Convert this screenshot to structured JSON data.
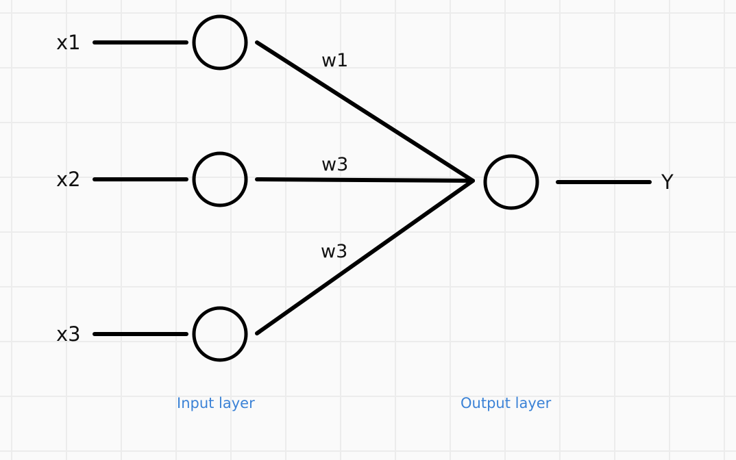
{
  "inputs": [
    {
      "label": "x1"
    },
    {
      "label": "x2"
    },
    {
      "label": "x3"
    }
  ],
  "weights": [
    {
      "label": "w1"
    },
    {
      "label": "w3"
    },
    {
      "label": "w3"
    }
  ],
  "output": {
    "label": "Y"
  },
  "layers": {
    "input_label": "Input layer",
    "output_label": "Output layer"
  },
  "colors": {
    "stroke": "#000000",
    "layer_label": "#3b82d6",
    "grid": "#ececec",
    "background": "#fafafa"
  }
}
